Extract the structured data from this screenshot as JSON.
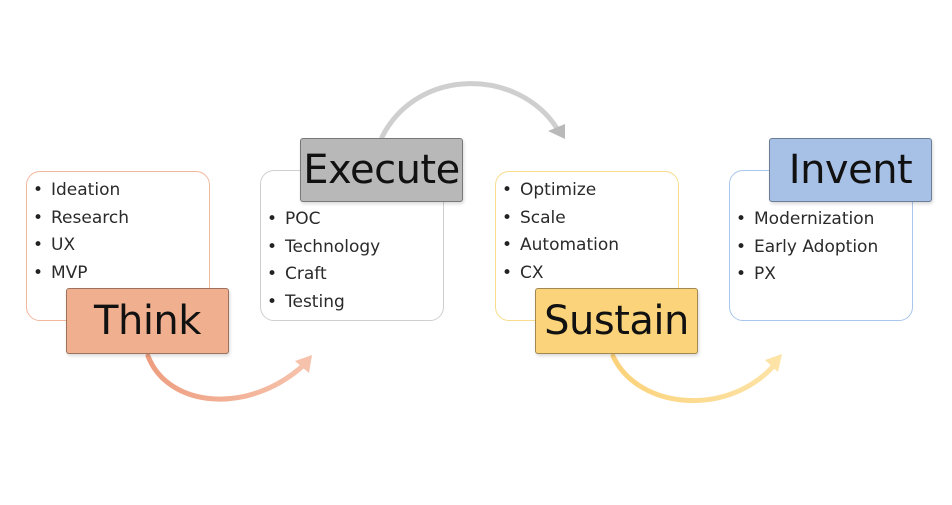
{
  "colors": {
    "think": "#f0b08f",
    "execute": "#b8b8b8",
    "sustain": "#fbd37a",
    "invent": "#a7c0e6",
    "think_border": "#f3b79c",
    "execute_border": "#cfcfcf",
    "sustain_border": "#f7dc8c",
    "invent_border": "#a9c6ec"
  },
  "stages": [
    {
      "title": "Think",
      "items": [
        "Ideation",
        "Research",
        "UX",
        "MVP"
      ]
    },
    {
      "title": "Execute",
      "items": [
        "POC",
        "Technology",
        "Craft",
        "Testing"
      ]
    },
    {
      "title": "Sustain",
      "items": [
        "Optimize",
        "Scale",
        "Automation",
        "CX"
      ]
    },
    {
      "title": "Invent",
      "items": [
        "Modernization",
        "Early Adoption",
        "PX"
      ]
    }
  ]
}
